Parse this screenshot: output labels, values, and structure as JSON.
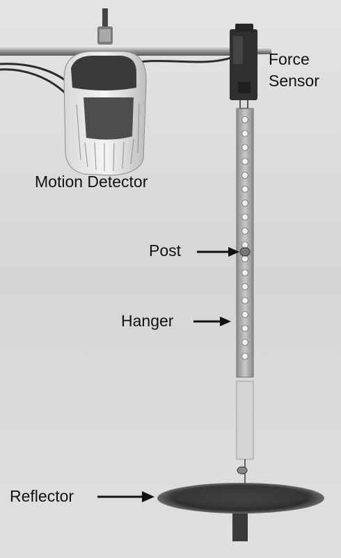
{
  "labels": {
    "force_line1": "Force",
    "force_line2": "Sensor",
    "motion_detector": "Motion Detector",
    "post": "Post",
    "hanger": "Hanger",
    "reflector": "Reflector"
  },
  "colors": {
    "background": "#dcdcdc",
    "text": "#111111",
    "dark_plastic": "#3a3a3a",
    "metal": "#b8b8b8"
  }
}
